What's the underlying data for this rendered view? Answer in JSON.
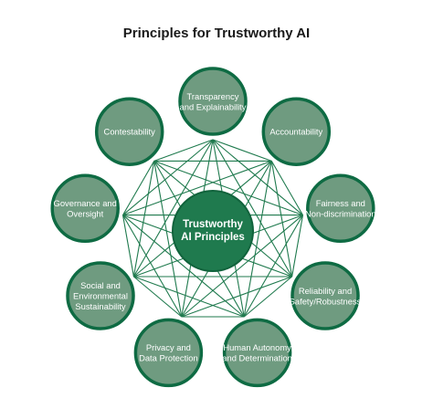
{
  "title": "Principles for Trustworthy AI",
  "center": {
    "label_lines": [
      "Trustworthy",
      "AI Principles"
    ]
  },
  "principles": [
    {
      "id": "transparency",
      "label_lines": [
        "Transparency",
        "and Explainability"
      ]
    },
    {
      "id": "accountability",
      "label_lines": [
        "Accountability"
      ]
    },
    {
      "id": "fairness",
      "label_lines": [
        "Fairness and",
        "Non-discrimination"
      ]
    },
    {
      "id": "reliability",
      "label_lines": [
        "Reliability and",
        "Safety/Robustness"
      ]
    },
    {
      "id": "human-autonomy",
      "label_lines": [
        "Human Autonomy",
        "and Determination"
      ]
    },
    {
      "id": "privacy",
      "label_lines": [
        "Privacy and",
        "Data Protection"
      ]
    },
    {
      "id": "sustainability",
      "label_lines": [
        "Social and",
        "Environmental",
        "Sustainability"
      ]
    },
    {
      "id": "governance",
      "label_lines": [
        "Governance and",
        "Oversight"
      ]
    },
    {
      "id": "contestability",
      "label_lines": [
        "Contestability"
      ]
    }
  ],
  "colors": {
    "node_fill": "#6f9b80",
    "node_stroke": "#0e6b43",
    "center_fill": "#1f7a4e",
    "connector": "#1f7a4e"
  }
}
